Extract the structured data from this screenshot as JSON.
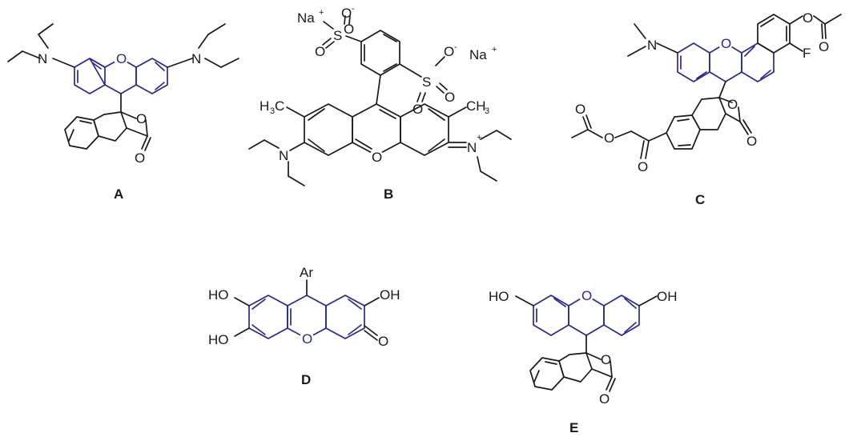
{
  "labels": {
    "a": "A",
    "b": "B",
    "c": "C",
    "d": "D",
    "e": "E"
  },
  "atoms": {
    "n": "N",
    "o": "O",
    "s": "S",
    "f": "F",
    "ar": "Ar",
    "ho": "HO",
    "oh": "OH",
    "na": "Na",
    "ch3": "CH",
    "h3c": "H",
    "three": "3",
    "c": "C",
    "plus": "+",
    "minus": "-"
  },
  "colors": {
    "xanthene_core": "#2a2a8c",
    "bond": "#1a1a1a"
  }
}
